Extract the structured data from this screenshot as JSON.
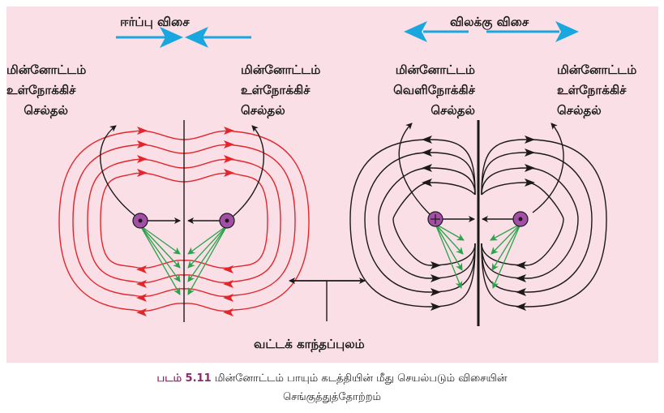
{
  "left_diagram": {
    "force_label": "ஈர்ப்பு விசை",
    "left_wire_label": [
      "மின்னோட்டம்",
      "உள்நோக்கிச்",
      "செல்தல்"
    ],
    "right_wire_label": [
      "மின்னோட்டம்",
      "உள்நோக்கிச்",
      "செல்தல்"
    ]
  },
  "right_diagram": {
    "force_label": "விலக்கு விசை",
    "left_wire_label": [
      "மின்னோட்டம்",
      "வெளிநோக்கிச்",
      "செல்தல்"
    ],
    "right_wire_label": [
      "மின்னோட்டம்",
      "உள்நோக்கிச்",
      "செல்தல்"
    ]
  },
  "field_label": "வட்டக் காந்தப்புலம்",
  "caption": {
    "figure_number": "படம் 5.11",
    "line1": "மின்னோட்டம் பாயும் கடத்தியின் மீது செயல்படும் விசையின்",
    "line2": "செங்குத்துத்தோற்றம்"
  },
  "colors": {
    "background": "#fbdfe7",
    "field_lines_left": "#e3262b",
    "field_lines_right": "#1a1a1a",
    "force_arrows": "#1aa7e0",
    "green_vectors": "#2aa34a",
    "wire": "#a34fa8",
    "figure_number": "#8a2a6e"
  }
}
